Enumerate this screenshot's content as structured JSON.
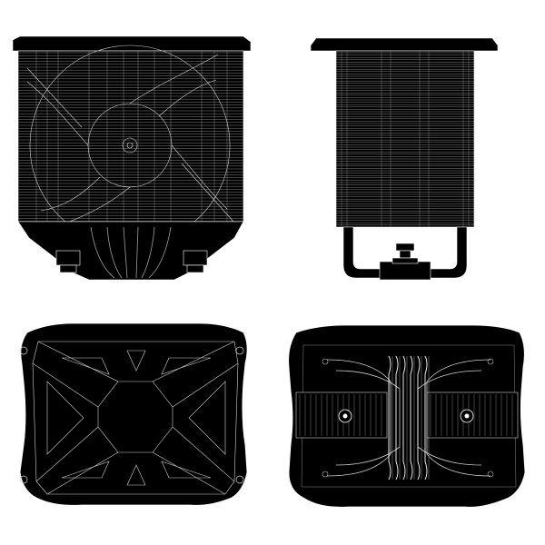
{
  "views": [
    {
      "id": "front",
      "name": "front-view"
    },
    {
      "id": "side",
      "name": "side-view"
    },
    {
      "id": "top",
      "name": "top-view"
    },
    {
      "id": "bottom",
      "name": "bottom-view"
    }
  ],
  "colors": {
    "background": "#ffffff",
    "fill": "#000000",
    "line": "#ffffff",
    "detail": "#8a8a8a"
  }
}
